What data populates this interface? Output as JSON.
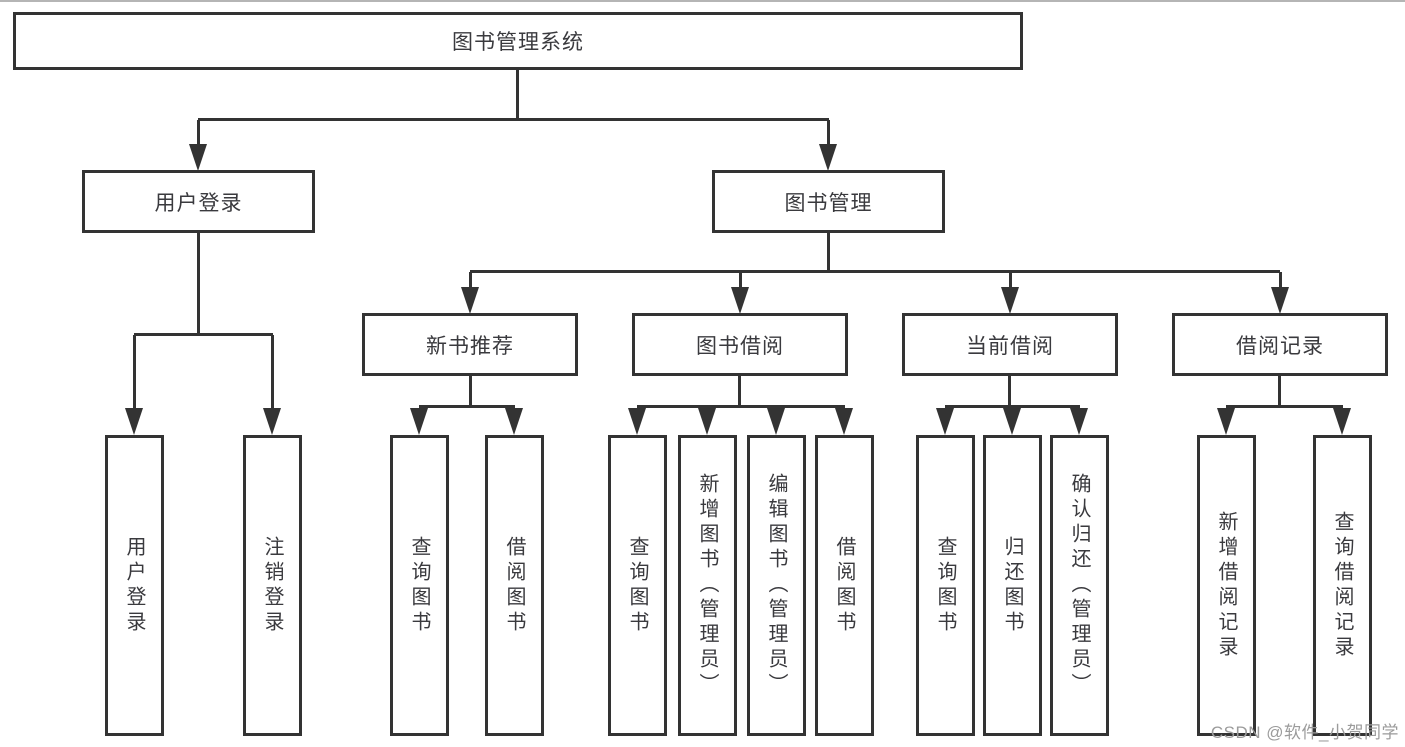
{
  "diagram": {
    "root": "图书管理系统",
    "level2": [
      "用户登录",
      "图书管理"
    ],
    "level3": [
      "新书推荐",
      "图书借阅",
      "当前借阅",
      "借阅记录"
    ],
    "leaves": [
      "用户登录",
      "注销登录",
      "查询图书",
      "借阅图书",
      "查询图书",
      "新增图书（管理员）",
      "编辑图书（管理员）",
      "借阅图书",
      "查询图书",
      "归还图书",
      "确认归还（管理员）",
      "新增借阅记录",
      "查询借阅记录"
    ]
  },
  "watermark": "CSDN @软件_小贺同学",
  "colors": {
    "line": "#333333",
    "text": "#3a3a3e",
    "watermark": "#9b9b9b",
    "background": "#ffffff"
  }
}
